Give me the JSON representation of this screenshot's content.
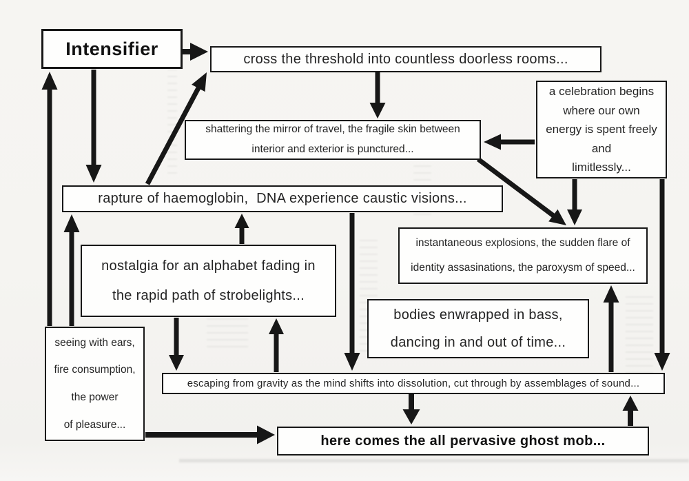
{
  "page": {
    "background": "#f5f4f1",
    "ink": "#171717",
    "box_fill": "#fefefd"
  },
  "diagram": {
    "nodes": {
      "intensifier": {
        "label": "Intensifier"
      },
      "threshold": {
        "label": "cross the threshold into countless doorless rooms..."
      },
      "celebration": {
        "label": "a celebration begins\nwhere our own\nenergy is spent freely\nand\nlimitlessly..."
      },
      "shattering": {
        "label": "shattering the mirror of travel, the fragile skin between\ninterior and exterior is punctured..."
      },
      "rapture": {
        "label": "rapture of haemoglobin,  DNA experience caustic visions..."
      },
      "instantaneous": {
        "label": "instantaneous explosions, the sudden flare of\nidentity assasinations, the paroxysm of speed..."
      },
      "nostalgia": {
        "label": "nostalgia for an alphabet fading in\nthe rapid path of strobelights..."
      },
      "bodies": {
        "label": "bodies enwrapped in bass,\ndancing in and out of time..."
      },
      "seeing": {
        "label": "seeing with ears,\nfire consumption,\nthe power\nof pleasure..."
      },
      "escaping": {
        "label": "escaping from gravity as the mind shifts into dissolution, cut through by assemblages of sound..."
      },
      "ghostmob": {
        "label": "here comes the all pervasive ghost mob..."
      }
    }
  }
}
